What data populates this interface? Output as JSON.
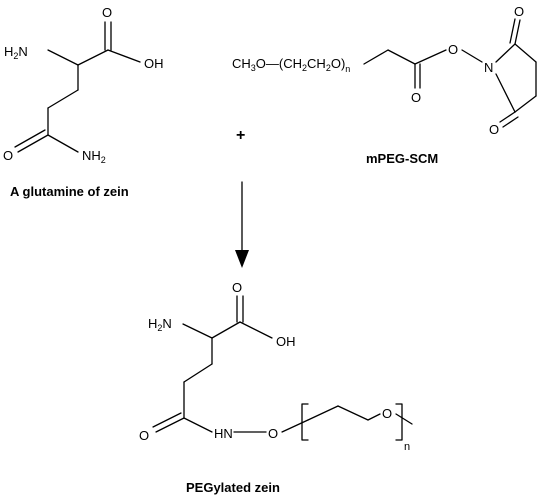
{
  "diagram": {
    "glutamine": {
      "label_nh2_top": "H2N",
      "label_o_acid": "O",
      "label_oh": "OH",
      "label_o_amide": "O",
      "label_nh2_amide": "NH2",
      "caption": "A glutamine of zein"
    },
    "mpeg": {
      "formula_prefix": "CH3O",
      "formula_repeat": "(CH2CH2O)",
      "repeat_sub": "n",
      "label_o_carbonyl": "O",
      "label_o_ester": "O",
      "label_n": "N",
      "label_o_top": "O",
      "label_o_bottom": "O",
      "caption": "mPEG-SCM"
    },
    "plus_sign": "+",
    "arrow": "reaction-arrow-down",
    "product": {
      "label_o_acid": "O",
      "label_h2n": "H2N",
      "label_oh": "OH",
      "label_o_amide": "O",
      "label_n": "N",
      "label_h": "H",
      "label_o_link": "O",
      "label_o_repeat": "O",
      "repeat_sub": "n",
      "caption": "PEGylated zein"
    }
  }
}
